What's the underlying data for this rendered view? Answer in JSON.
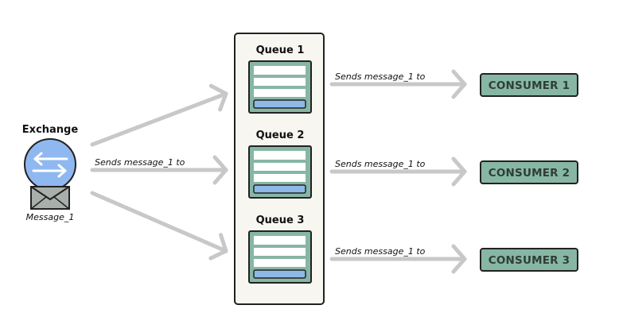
{
  "exchange": {
    "title": "Exchange",
    "message_label": "Message_1",
    "send_label": "Sends message_1 to"
  },
  "queues": [
    {
      "label": "Queue 1",
      "send_label": "Sends message_1 to",
      "consumer": "CONSUMER 1"
    },
    {
      "label": "Queue 2",
      "send_label": "Sends message_1 to",
      "consumer": "CONSUMER 2"
    },
    {
      "label": "Queue 3",
      "send_label": "Sends message_1 to",
      "consumer": "CONSUMER 3"
    }
  ],
  "colors": {
    "arrow": "#c8c8c8",
    "queue_panel": "#f8f6f1",
    "queue_box": "#87b7a4",
    "queue_slot": "#ffffff",
    "queue_active_slot": "#8fb8e6",
    "consumer": "#87b7a4",
    "exchange_circle": "#8fb8f0",
    "envelope": "#a9b0ab"
  },
  "icons": {
    "exchange": "swap-arrows-icon",
    "message": "envelope-icon"
  }
}
